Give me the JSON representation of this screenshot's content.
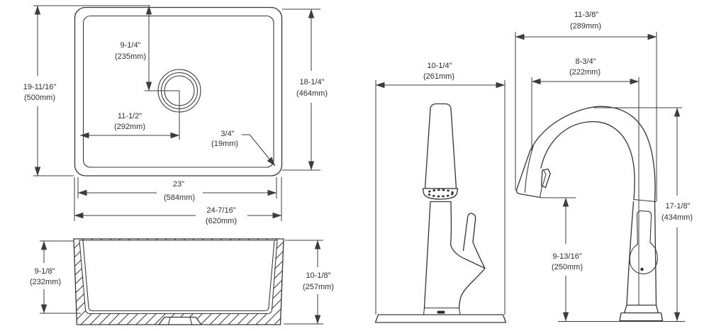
{
  "canvas": {
    "background": "#ffffff",
    "line_color": "#3a3a3a",
    "text_color": "#2e2e2e"
  },
  "dims": {
    "sink_top": {
      "height_outer": {
        "in": "19-11/16\"",
        "mm": "(500mm)"
      },
      "drain_offset_top": {
        "in": "9-1/4\"",
        "mm": "(235mm)"
      },
      "drain_offset_left": {
        "in": "11-1/2\"",
        "mm": "(292mm)"
      },
      "height_inner": {
        "in": "18-1/4\"",
        "mm": "(464mm)"
      },
      "corner_radius": {
        "in": "3/4\"",
        "mm": "(19mm)"
      },
      "width_inner": {
        "in": "23\"",
        "mm": "(584mm)"
      },
      "width_outer": {
        "in": "24-7/16\"",
        "mm": "(620mm)"
      }
    },
    "sink_side": {
      "depth_inner": {
        "in": "9-1/8\"",
        "mm": "(232mm)"
      },
      "depth_outer": {
        "in": "10-1/8\"",
        "mm": "(257mm)"
      }
    },
    "faucet_front": {
      "base_width": {
        "in": "10-1/4\"",
        "mm": "(261mm)"
      }
    },
    "faucet_side": {
      "overall_reach": {
        "in": "11-3/8\"",
        "mm": "(289mm)"
      },
      "spout_reach": {
        "in": "8-3/4\"",
        "mm": "(222mm)"
      },
      "overall_height": {
        "in": "17-1/8\"",
        "mm": "(434mm)"
      },
      "spout_height": {
        "in": "9-13/16\"",
        "mm": "(250mm)"
      }
    }
  }
}
